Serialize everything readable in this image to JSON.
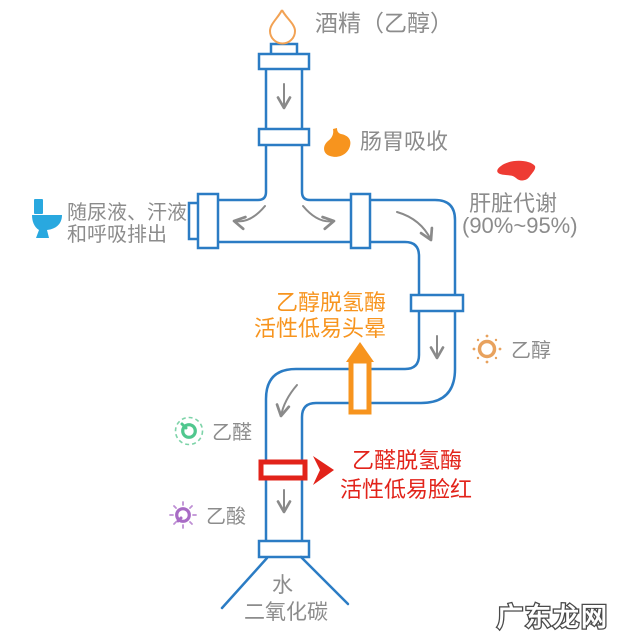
{
  "colors": {
    "pipe_blue": "#2b7cc4",
    "toilet_blue": "#29a8df",
    "accent_orange": "#f7941e",
    "accent_red": "#e2231a",
    "liver_red": "#ee3b33",
    "molecule_green": "#50c78e",
    "molecule_purple": "#a86bc5",
    "text_gray": "#8c8c8c"
  },
  "diagram": {
    "source": {
      "label": "酒精（乙醇）",
      "icon": "droplet-icon"
    },
    "absorption": {
      "label": "肠胃吸收",
      "icon": "stomach-icon"
    },
    "excretion": {
      "line1": "随尿液、汗液",
      "line2": "和呼吸排出",
      "icon": "toilet-icon"
    },
    "liver": {
      "line1": "肝脏代谢",
      "line2": "(90%~95%)",
      "icon": "liver-icon"
    },
    "adh_valve": {
      "line1": "乙醇脱氢酶",
      "line2": "活性低易头晕"
    },
    "ethanol": {
      "label": "乙醇",
      "icon": "molecule-orange-icon"
    },
    "acetaldehyde": {
      "label": "乙醛",
      "icon": "molecule-green-icon"
    },
    "aldh_valve": {
      "line1": "乙醛脱氢酶",
      "line2": "活性低易脸红"
    },
    "acetic_acid": {
      "label": "乙酸",
      "icon": "molecule-purple-icon"
    },
    "output": {
      "line1": "水",
      "line2": "二氧化碳"
    }
  },
  "watermark": "广东龙网"
}
